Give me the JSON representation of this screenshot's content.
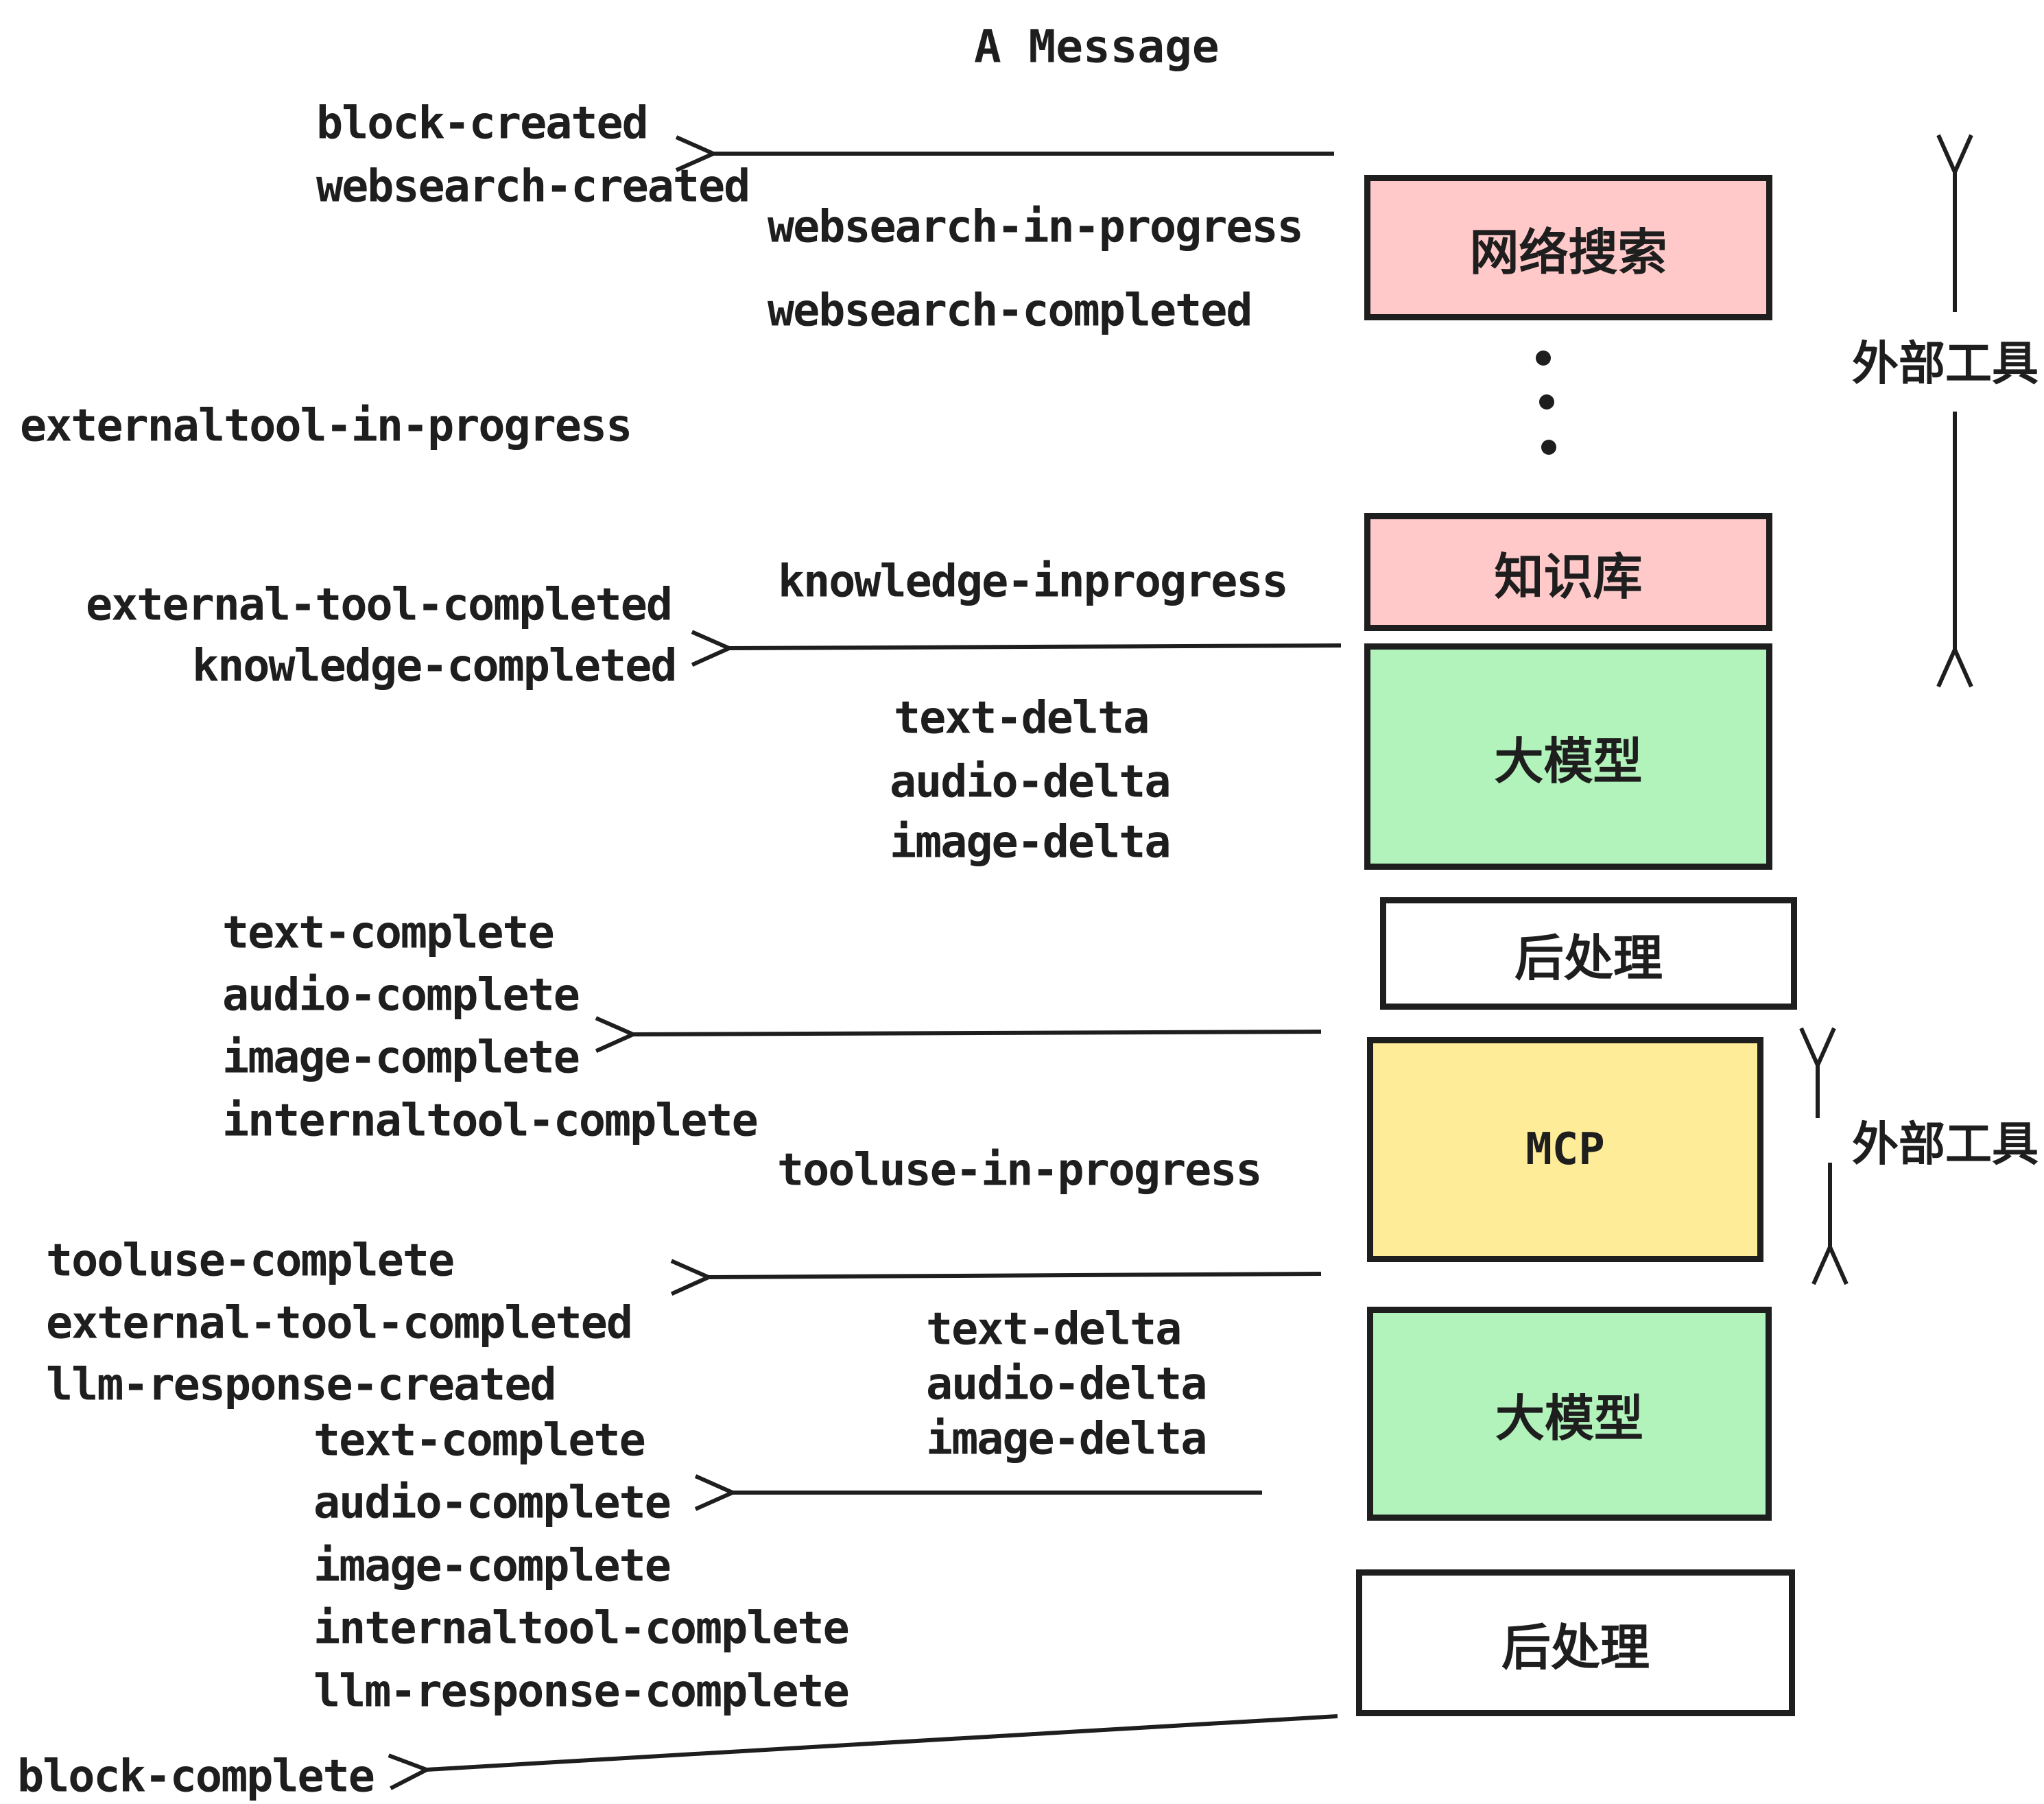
{
  "title": "A Message",
  "palette": {
    "ink": "#1e1e1e",
    "pink": "#ffc9c9",
    "green": "#b2f2bb",
    "yellow": "#ffec99",
    "white": "#ffffff"
  },
  "boxes": {
    "websearch": {
      "label": "网络搜索"
    },
    "knowledge": {
      "label": "知识库"
    },
    "llm1": {
      "label": "大模型"
    },
    "post1": {
      "label": "后处理"
    },
    "mcp": {
      "label": "MCP"
    },
    "llm2": {
      "label": "大模型"
    },
    "post2": {
      "label": "后处理"
    }
  },
  "side_labels": {
    "external_tools_1": "外部工具",
    "external_tools_2": "外部工具"
  },
  "events": {
    "block_created": "block-created",
    "websearch_created": "websearch-created",
    "websearch_in_progress": "websearch-in-progress",
    "websearch_completed": "websearch-completed",
    "externaltool_in_progress": "externaltool-in-progress",
    "knowledge_inprogress": "knowledge-inprogress",
    "external_tool_completed_1": "external-tool-completed",
    "knowledge_completed": "knowledge-completed",
    "text_delta_1": "text-delta",
    "audio_delta_1": "audio-delta",
    "image_delta_1": "image-delta",
    "text_complete_1": "text-complete",
    "audio_complete_1": "audio-complete",
    "image_complete_1": "image-complete",
    "internaltool_complete_1": "internaltool-complete",
    "tooluse_in_progress": "tooluse-in-progress",
    "tooluse_complete": "tooluse-complete",
    "external_tool_completed_2": "external-tool-completed",
    "llm_response_created": "llm-response-created",
    "text_complete_2": "text-complete",
    "audio_complete_2": "audio-complete",
    "image_complete_2": "image-complete",
    "internaltool_complete_2": "internaltool-complete",
    "llm_response_complete": "llm-response-complete",
    "block_complete": "block-complete"
  }
}
